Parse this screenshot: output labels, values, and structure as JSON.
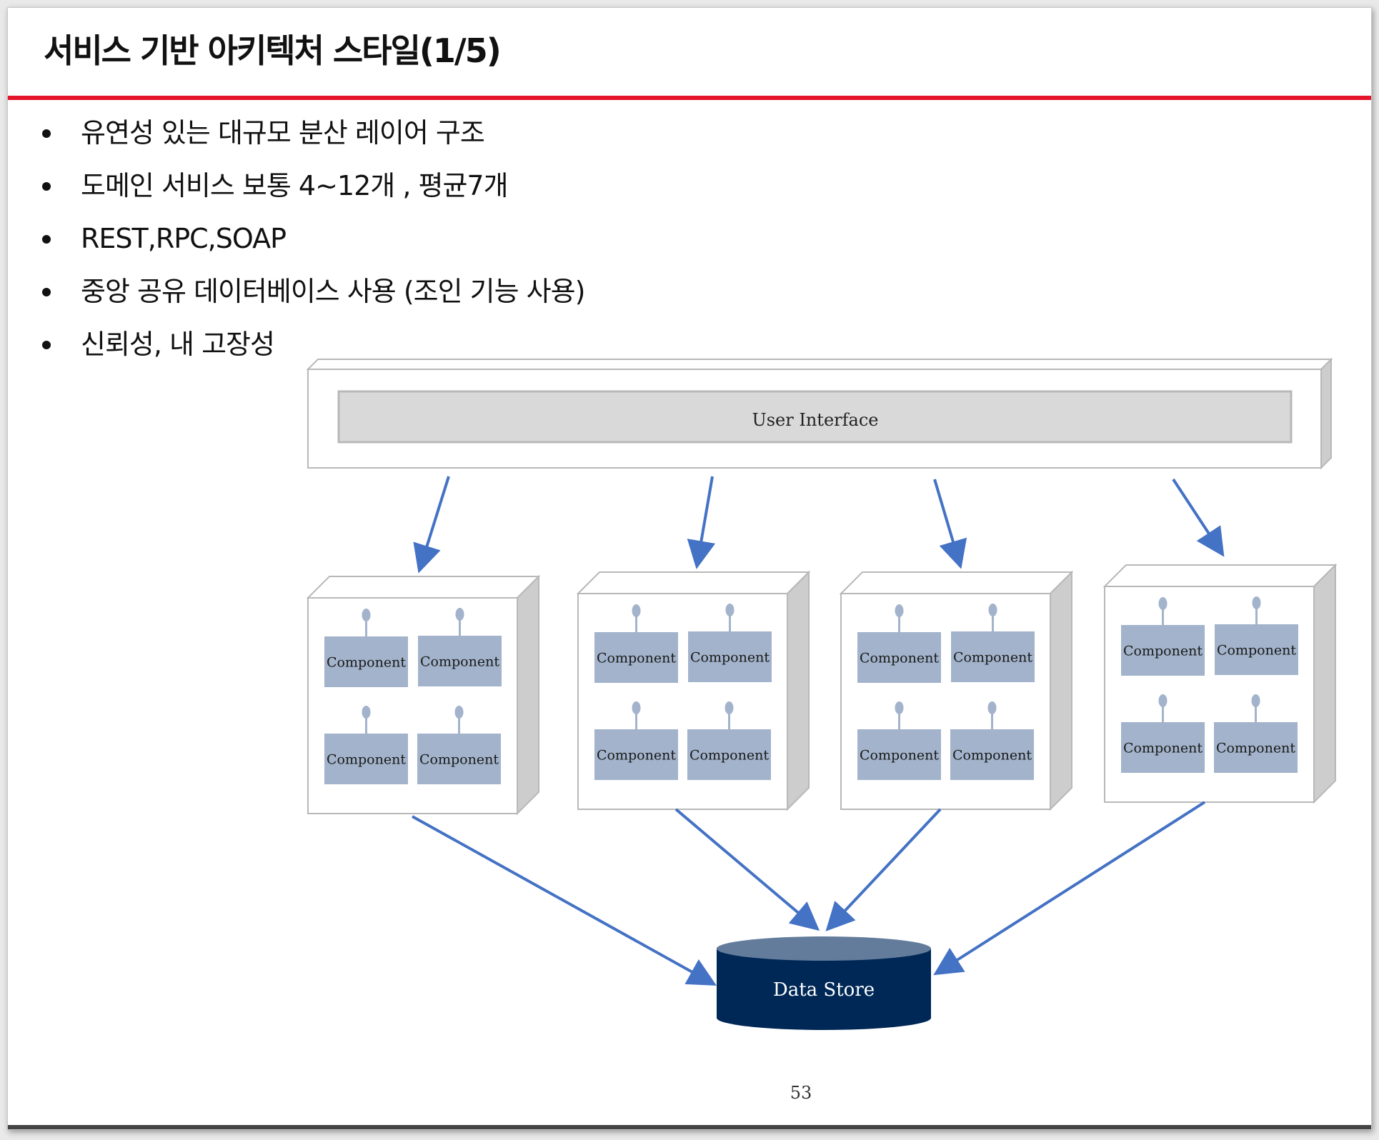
{
  "slide": {
    "title": "서비스 기반 아키텍처 스타일(1/5)",
    "bullets": [
      "유연성 있는 대규모 분산 레이어 구조",
      "도메인 서비스  보통 4~12개 , 평균7개",
      "REST,RPC,SOAP",
      "중앙 공유 데이터베이스 사용 (조인 기능 사용)",
      "신뢰성, 내 고장성"
    ],
    "page_number": "53"
  },
  "diagram": {
    "ui_label": "User Interface",
    "service_count": 4,
    "component_label": "Component",
    "data_store_label": "Data Store",
    "colors": {
      "accent_rule": "#e4142b",
      "arrow": "#4472c4",
      "component_fill": "#a2b3cb",
      "ui_bar_fill": "#d9d9d9",
      "data_store_body": "#002856",
      "data_store_top": "#637c9c"
    }
  }
}
